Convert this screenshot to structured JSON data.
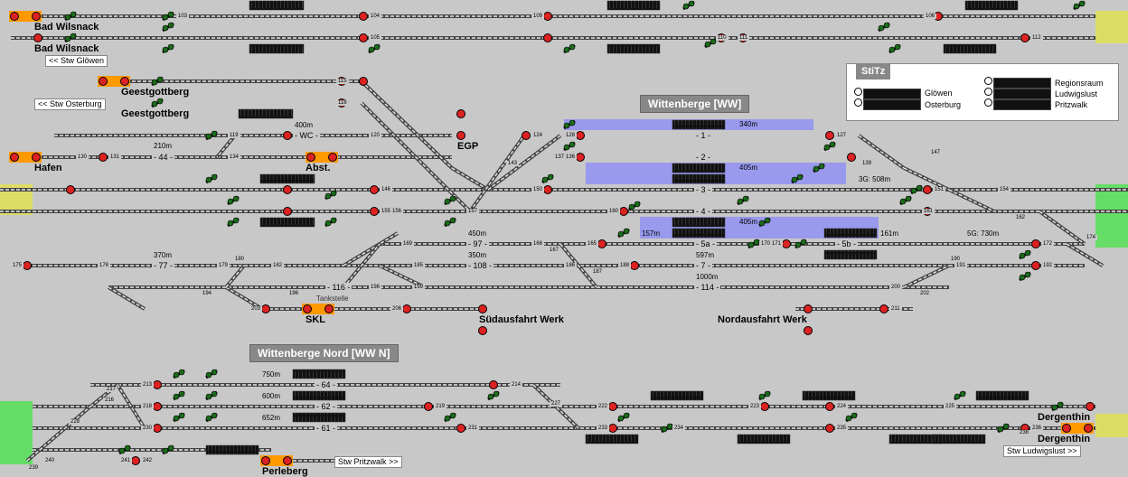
{
  "titles": {
    "ww": "Wittenberge [WW]",
    "wwn": "Wittenberge Nord [WW N]",
    "stitz": "StiTz"
  },
  "legend": {
    "items": [
      "Glöwen",
      "Osterburg",
      "Regionsraum",
      "Ludwigslust",
      "Pritzwalk"
    ]
  },
  "stations": {
    "bad_wilsnack_1": "Bad Wilsnack",
    "bad_wilsnack_2": "Bad Wilsnack",
    "geestgottberg_1": "Geestgottberg",
    "geestgottberg_2": "Geestgottberg",
    "hafen": "Hafen",
    "abst": "Abst.",
    "egp": "EGP",
    "skl": "SKL",
    "suedausfahrt": "Südausfahrt Werk",
    "nordausfahrt": "Nordausfahrt Werk",
    "perleberg": "Perleberg",
    "dergenthin_1": "Dergenthin",
    "dergenthin_2": "Dergenthin",
    "tankstelle": "Tankstelle"
  },
  "nav": {
    "glowen": "<< Stw Glöwen",
    "osterburg": "<< Stw Osterburg",
    "pritzwalk": "Stw Pritzwalk >>",
    "ludwigslust": "Stw Ludwigslust >>"
  },
  "tracks": {
    "t1": "- 1 -",
    "t2": "- 2 -",
    "t3": "- 3 -",
    "t4": "- 4 -",
    "t5a": "- 5a -",
    "t5b": "- 5b -",
    "t7": "- 7 -",
    "t114": "- 114 -",
    "t97": "- 97 -",
    "t108": "- 108 -",
    "t77": "- 77 -",
    "t116": "- 116 -",
    "twc": "- WC -",
    "t44": "- 44 -",
    "t64": "- 64 -",
    "t62": "- 62 -",
    "t61": "- 61 -"
  },
  "lengths": {
    "l400": "400m",
    "l210": "210m",
    "l340": "340m",
    "l405a": "405m",
    "l405b": "405m",
    "l157": "157m",
    "l161": "161m",
    "l3g": "3G: 508m",
    "l5g": "5G: 730m",
    "l450": "450m",
    "l350": "350m",
    "l597": "597m",
    "l1000": "1000m",
    "l370": "370m",
    "l750": "750m",
    "l600": "600m",
    "l652": "652m"
  },
  "numbers": {
    "n103": "103",
    "n104": "104",
    "n105": "105",
    "n106": "106",
    "n109": "109",
    "n110": "110",
    "n111": "111",
    "n112": "112",
    "n115": "115",
    "n118": "118",
    "n119": "119",
    "n120": "120",
    "n124": "124",
    "n127": "127",
    "n128": "128",
    "n130": "130",
    "n131": "131",
    "n134": "134",
    "n136": "136",
    "n137": "137",
    "n139": "139",
    "n143": "143",
    "n146": "146",
    "n147": "147",
    "n150": "150",
    "n151": "151",
    "n154": "154",
    "n155": "155",
    "n156": "156",
    "n157": "157",
    "n160": "160",
    "n161": "161",
    "n162": "162",
    "n165": "165",
    "n166": "166",
    "n167": "167",
    "n169": "169",
    "n170": "170",
    "n171": "171",
    "n172": "172",
    "n174": "174",
    "n175": "175",
    "n178": "178",
    "n179": "179",
    "n180": "180",
    "n182": "182",
    "n185": "185",
    "n186": "186",
    "n187": "187",
    "n188": "188",
    "n190": "190",
    "n191": "191",
    "n192": "192",
    "n194": "194",
    "n196": "196",
    "n198": "198",
    "n199": "199",
    "n200": "200",
    "n202": "202",
    "n203": "203",
    "n206": "206",
    "n211": "211",
    "n213": "213",
    "n214": "214",
    "n216": "216",
    "n217": "217",
    "n218": "218",
    "n219": "219",
    "n222": "222",
    "n223": "223",
    "n224": "224",
    "n225": "225",
    "n227": "227",
    "n228": "228",
    "n230": "230",
    "n231": "231",
    "n233": "233",
    "n234": "234",
    "n235": "235",
    "n236": "236",
    "n238": "238",
    "n239": "239",
    "n240": "240",
    "n241": "241",
    "n242": "242"
  },
  "colors": {
    "background": "#c8c8c8",
    "track": "#555555",
    "occupied_zone": "#9999ee",
    "signal_red": "#dd2222",
    "signal_orange": "#ff9900",
    "border_yellow": "#dddd66",
    "border_green": "#66dd66",
    "block": "#111111"
  }
}
